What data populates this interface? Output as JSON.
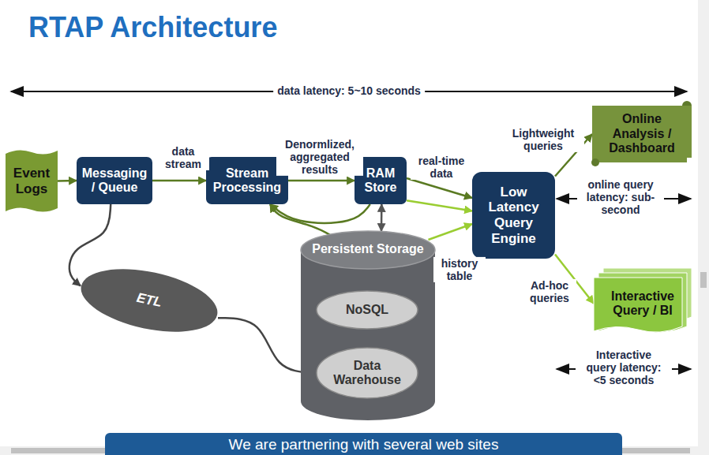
{
  "diagram": {
    "title": "RTAP Architecture",
    "nodes": [
      {
        "text": [
          "Event Logs"
        ]
      },
      {
        "text": [
          "Messaging / Queue"
        ]
      },
      {
        "text": [
          "Stream Processing"
        ]
      },
      {
        "text": [
          "RAM Store"
        ]
      },
      {
        "text": [
          "Persistent Storage"
        ]
      },
      {
        "text": [
          "NoSQL"
        ],
        "in": 4
      },
      {
        "text": [
          "Data Warehouse"
        ],
        "in": 4
      },
      {
        "text": [
          "ETL"
        ]
      },
      {
        "text": [
          "Low Latency Query Engine"
        ]
      },
      {
        "text": [
          "Online Analysis / Dashboard"
        ]
      },
      {
        "text": [
          "Interactive Query / BI"
        ]
      }
    ],
    "edges": [
      {
        "from": 0,
        "to": 1,
        "arrow": "to"
      },
      {
        "from": 1,
        "to": 2,
        "label": "data stream",
        "arrow": "to"
      },
      {
        "from": 2,
        "to": 3,
        "label": "Denormlized, aggregated results",
        "arrow": "to"
      },
      {
        "from": 3,
        "to": 8,
        "label": "real-time data",
        "arrow": "to"
      },
      {
        "from": 3,
        "to": 8,
        "arrow": "to"
      },
      {
        "from": 4,
        "to": 8,
        "label": "history table",
        "arrow": "to"
      },
      {
        "from": 3,
        "to": 2,
        "arrow": "to"
      },
      {
        "from": 4,
        "to": 2,
        "arrow": "to"
      },
      {
        "from": 3,
        "to": 4,
        "arrow": "both"
      },
      {
        "from": 1,
        "to": 7,
        "arrow": "to"
      },
      {
        "from": 7,
        "to": 6,
        "arrow": "to"
      },
      {
        "from": 8,
        "to": 9,
        "label": "Lightweight queries",
        "arrow": "to"
      },
      {
        "from": 8,
        "to": 10,
        "label": "Ad-hoc queries",
        "arrow": "to"
      }
    ],
    "labels": [
      "data latency: 5~10 seconds",
      "online query latency: sub-second",
      "Interactive query latency: <5 seconds",
      "We are partnering with several web sites"
    ]
  }
}
